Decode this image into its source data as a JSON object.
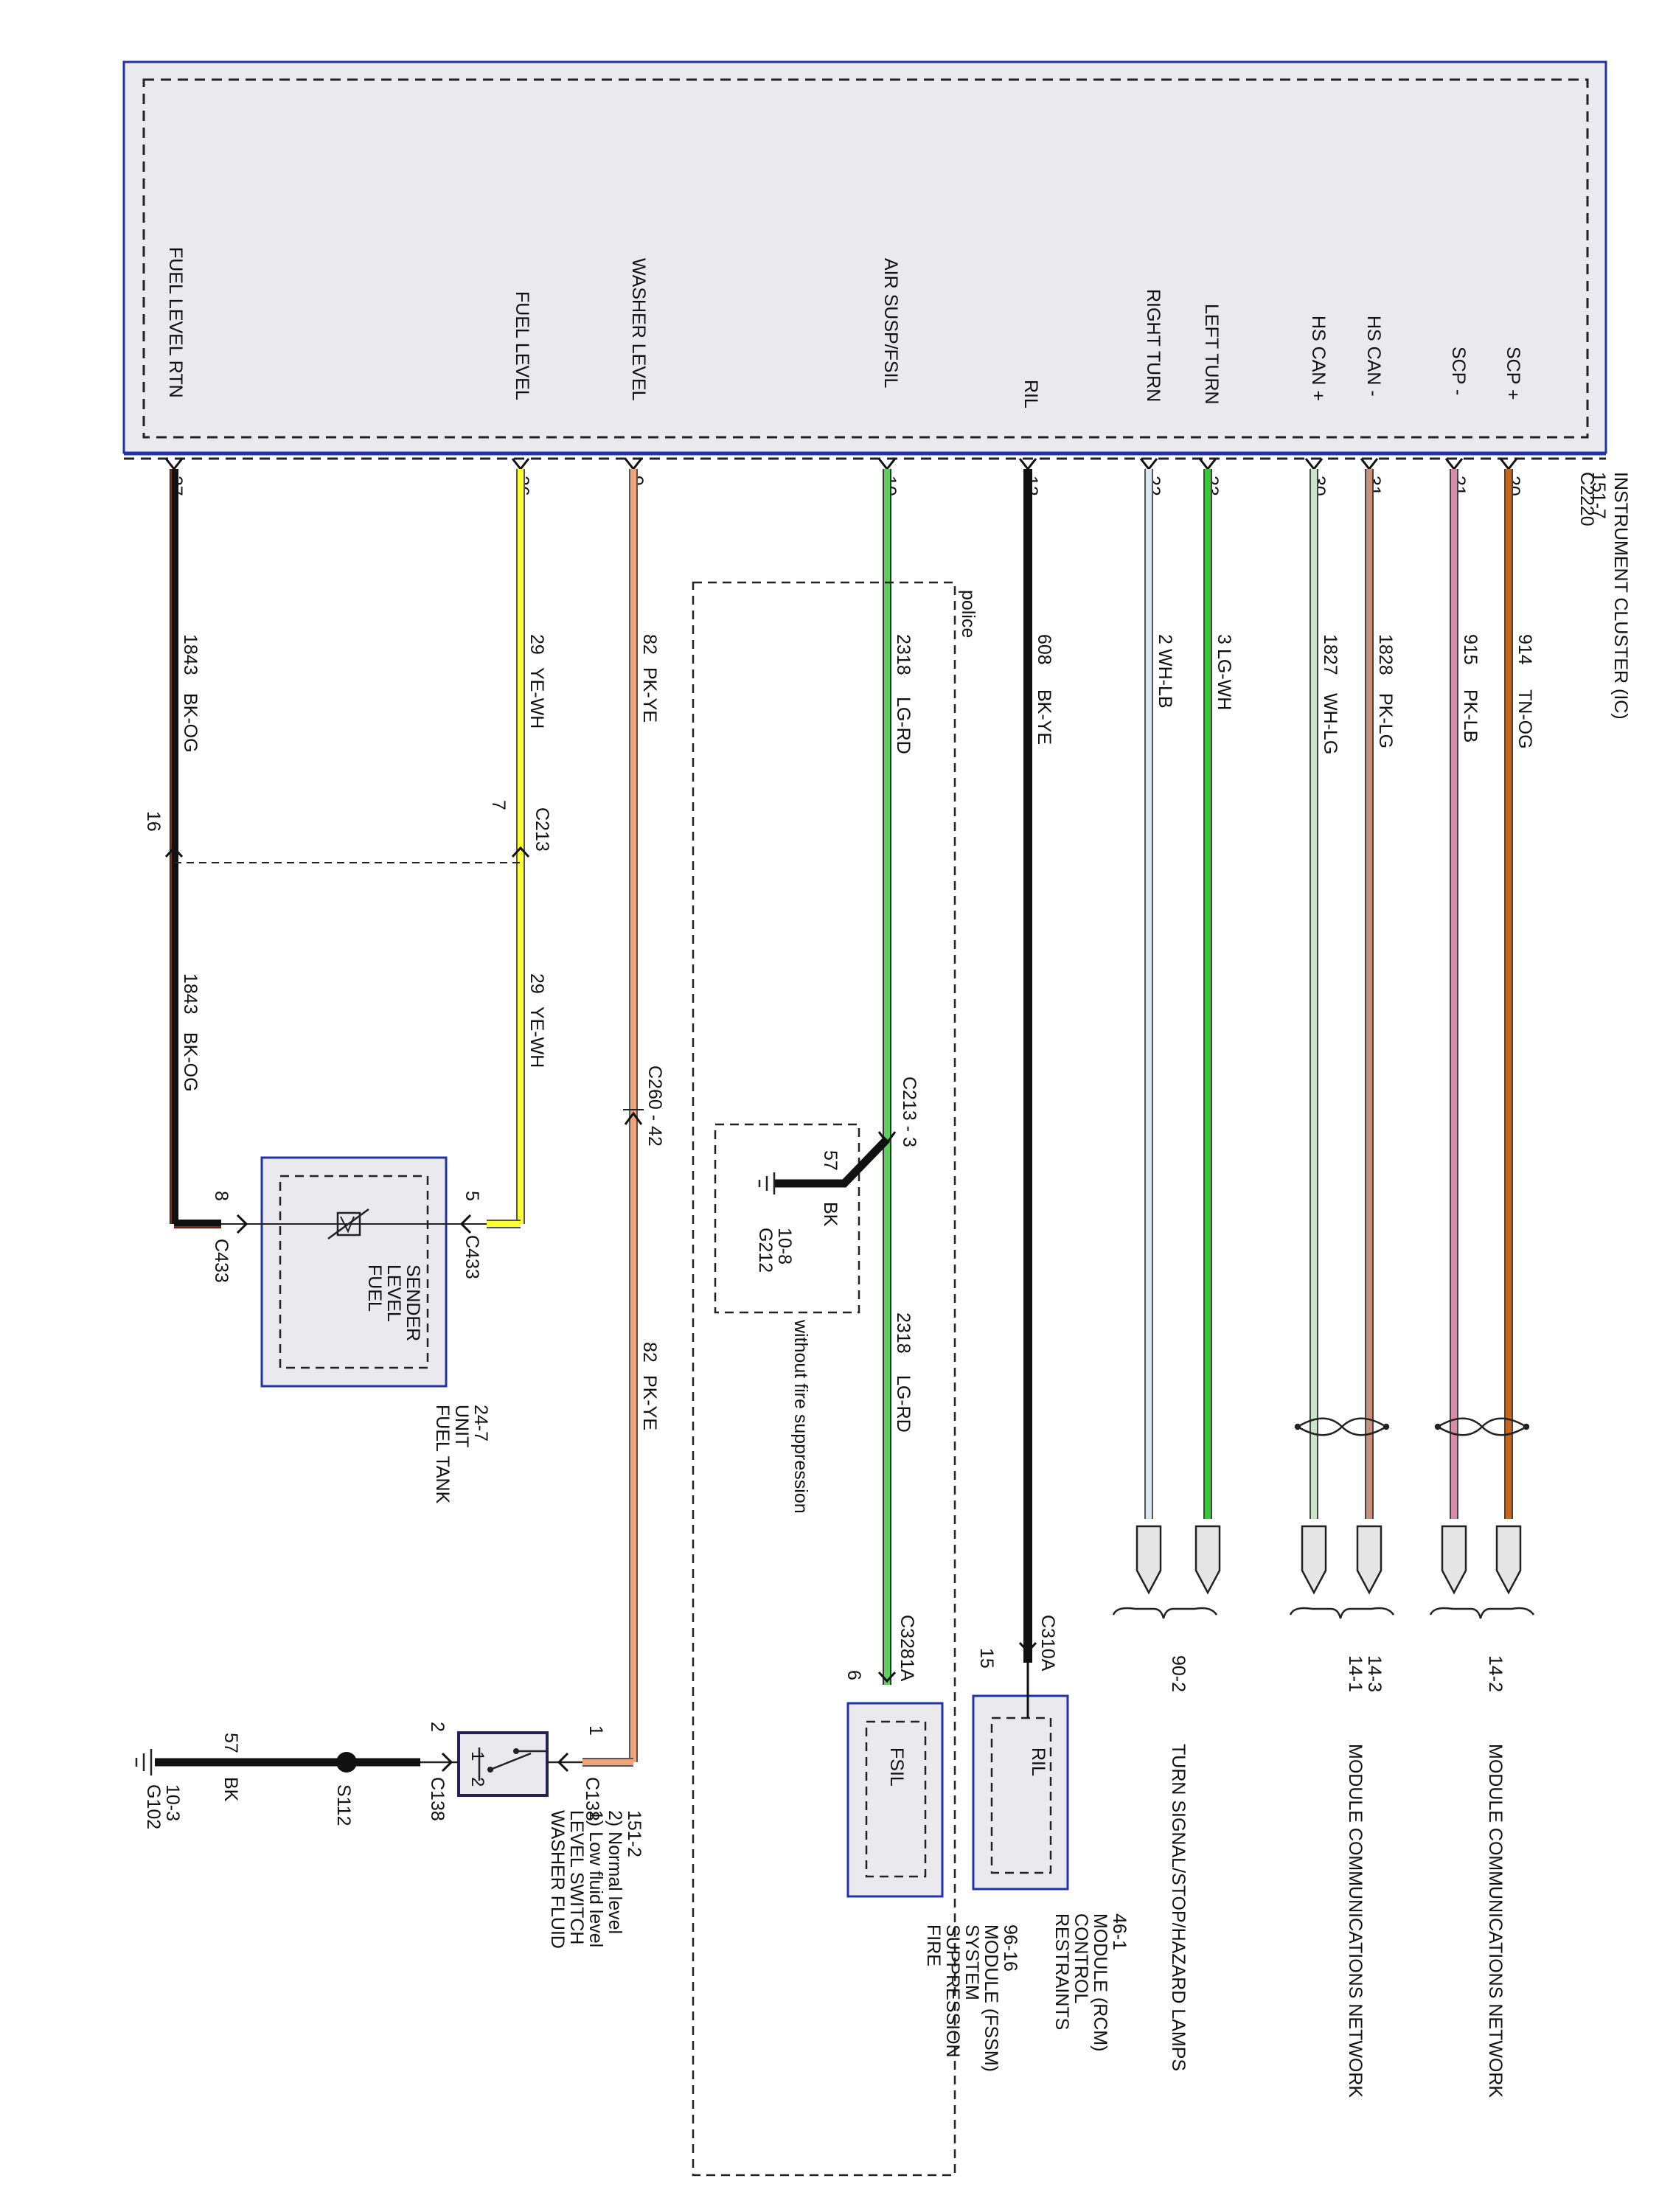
{
  "colors": {
    "module_border": "#2233aa",
    "module_fill": "#e9e9ee",
    "TN-OG": "#c8661a",
    "PK-LB": "#d98aa6",
    "PK-LG": "#c8907c",
    "WH-LG": "#c6e6c6",
    "LG-WH": "#38c838",
    "WH-LB": "#d8e6f0",
    "BK-YE": "#111111",
    "LG-RD": "#5ed05e",
    "PK-YE": "#f0a47c",
    "YE-WH": "#ffff33",
    "BK-OG": "#1a1a1a",
    "BK": "#111111"
  },
  "instrument_cluster": {
    "title": "INSTRUMENT CLUSTER (IC)",
    "ref": "151-7",
    "connector": "C2220",
    "pins": [
      {
        "id": "scp_plus",
        "label": "SCP +",
        "pin": "20"
      },
      {
        "id": "scp_minus",
        "label": "SCP -",
        "pin": "21"
      },
      {
        "id": "hscan_minus",
        "label": "HS CAN -",
        "pin": "31"
      },
      {
        "id": "hscan_plus",
        "label": "HS CAN +",
        "pin": "30"
      },
      {
        "id": "left_turn",
        "label": "LEFT TURN",
        "pin": "23"
      },
      {
        "id": "right_turn",
        "label": "RIGHT TURN",
        "pin": "22"
      },
      {
        "id": "ril",
        "label": "RIL",
        "pin": "12"
      },
      {
        "id": "air_susp",
        "label": "AIR SUSP/FSIL",
        "pin": "10"
      },
      {
        "id": "washer_level",
        "label": "WASHER LEVEL",
        "pin": "9"
      },
      {
        "id": "fuel_level",
        "label": "FUEL LEVEL",
        "pin": "26"
      },
      {
        "id": "fuel_rtn",
        "label": "FUEL LEVEL RTN",
        "pin": "27"
      }
    ]
  },
  "wires": {
    "w914": {
      "circuit": "914",
      "color": "TN-OG"
    },
    "w915": {
      "circuit": "915",
      "color": "PK-LB"
    },
    "w1828": {
      "circuit": "1828",
      "color": "PK-LG"
    },
    "w1827": {
      "circuit": "1827",
      "color": "WH-LG"
    },
    "w3": {
      "circuit": "3",
      "color": "LG-WH"
    },
    "w2": {
      "circuit": "2",
      "color": "WH-LB"
    },
    "w608": {
      "circuit": "608",
      "color": "BK-YE"
    },
    "w2318a": {
      "circuit": "2318",
      "color": "LG-RD"
    },
    "w2318b": {
      "circuit": "2318",
      "color": "LG-RD"
    },
    "w82a": {
      "circuit": "82",
      "color": "PK-YE"
    },
    "w82b": {
      "circuit": "82",
      "color": "PK-YE"
    },
    "w29a": {
      "circuit": "29",
      "color": "YE-WH"
    },
    "w29b": {
      "circuit": "29",
      "color": "YE-WH"
    },
    "w1843a": {
      "circuit": "1843",
      "color": "BK-OG"
    },
    "w1843b": {
      "circuit": "1843",
      "color": "BK-OG"
    },
    "w57a": {
      "circuit": "57",
      "color": "BK"
    },
    "w57b": {
      "circuit": "57",
      "color": "BK"
    }
  },
  "destinations": {
    "mcn1": {
      "ref": "14-2",
      "title": "MODULE COMMUNICATIONS NETWORK"
    },
    "mcn2": {
      "ref1": "14-1",
      "ref2": "14-3",
      "title": "MODULE COMMUNICATIONS NETWORK"
    },
    "turn": {
      "ref": "90-2",
      "title": "TURN SIGNAL/STOP/HAZARD LAMPS"
    }
  },
  "connectors": {
    "c213": "C213",
    "c213_pin_top": "7",
    "c213_pin_bottom": "16",
    "c213_3": "C213 - 3",
    "c260_42": "C260 - 42",
    "c310a": "C310A",
    "c310a_pin": "15",
    "c3281a": "C3281A",
    "c3281a_pin": "6",
    "c433_a": "C433",
    "c433_b": "C433",
    "c433_pin5": "5",
    "c433_pin8": "8",
    "c138_a": "C138",
    "c138_b": "C138",
    "c138_pin1": "1",
    "c138_pin2": "2"
  },
  "police_label": "police",
  "without_fire": "without fire suppression",
  "g212": {
    "name": "G212",
    "ref": "10-8",
    "circuit": "57",
    "color": "BK"
  },
  "g102": {
    "name": "G102",
    "ref": "10-3"
  },
  "s112": "S112",
  "rcm": {
    "inner": "RIL",
    "line1": "RESTRAINTS",
    "line2": "CONTROL",
    "line3": "MODULE (RCM)",
    "ref": "46-1"
  },
  "fssm": {
    "inner": "FSIL",
    "line1": "FIRE",
    "line2": "SUPPRESSION",
    "line3": "SYSTEM",
    "line4": "MODULE (FSSM)",
    "ref": "96-16"
  },
  "fuel_sender": {
    "line1": "FUEL",
    "line2": "LEVEL",
    "line3": "SENDER",
    "unit1": "FUEL TANK",
    "unit2": "UNIT",
    "ref": "24-7"
  },
  "washer_switch": {
    "pos1": "1",
    "pos2": "2",
    "line1": "WASHER FLUID",
    "line2": "LEVEL SWITCH",
    "line3": "1) Low fluid level",
    "line4": "2) Normal level",
    "ref": "151-2"
  }
}
